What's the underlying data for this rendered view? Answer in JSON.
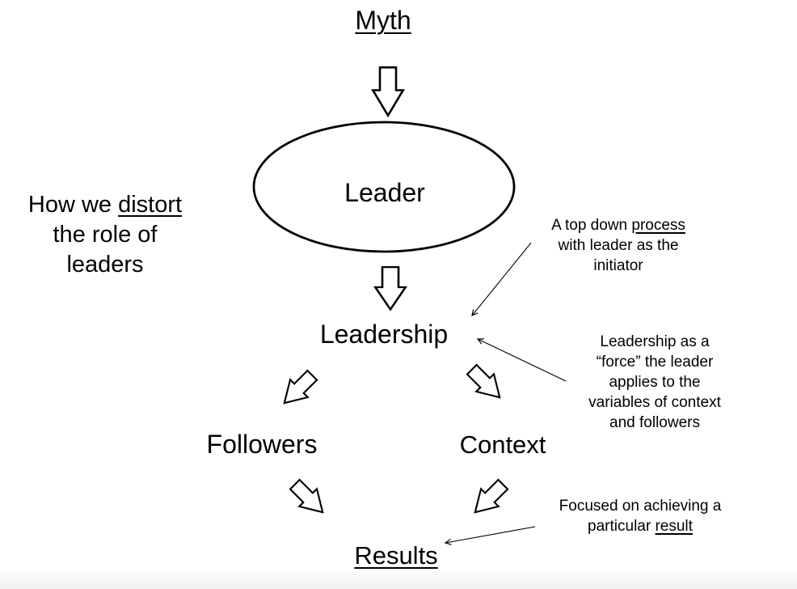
{
  "colors": {
    "ink": "#000000",
    "background": "#ffffff",
    "footer_strip": "#f2f2f2"
  },
  "nodes": {
    "myth": "Myth",
    "leader": "Leader",
    "leadership": "Leadership",
    "followers": "Followers",
    "context": "Context",
    "results": "Results"
  },
  "left_note": {
    "line1_pre": "How we ",
    "line1_underlined": "distort",
    "line2": "the role of",
    "line3": "leaders"
  },
  "annotations": {
    "top_down": {
      "line1_pre": "A top down ",
      "line1_underlined": "process",
      "line2": "with leader as the",
      "line3": "initiator"
    },
    "force": {
      "line1": "Leadership as a",
      "line2": "“force” the leader",
      "line3": "applies to the",
      "line4": "variables of context",
      "line5": "and followers"
    },
    "result": {
      "line1": "Focused on achieving a",
      "line2_pre": "particular ",
      "line2_underlined": "result"
    }
  },
  "shapes": {
    "leader_shape": "ellipse",
    "block_arrows": [
      {
        "from": "myth",
        "to": "leader",
        "direction": "down"
      },
      {
        "from": "leader",
        "to": "leadership",
        "direction": "down"
      },
      {
        "from": "leadership",
        "to": "followers",
        "direction": "down-left"
      },
      {
        "from": "leadership",
        "to": "context",
        "direction": "down-right"
      },
      {
        "from": "followers",
        "to": "results",
        "direction": "down-right"
      },
      {
        "from": "context",
        "to": "results",
        "direction": "down-left"
      }
    ],
    "annotation_arrows": [
      {
        "from": "annotation-top-down",
        "to": "leadership"
      },
      {
        "from": "annotation-force",
        "to": "leadership"
      },
      {
        "from": "annotation-result",
        "to": "results"
      }
    ]
  }
}
